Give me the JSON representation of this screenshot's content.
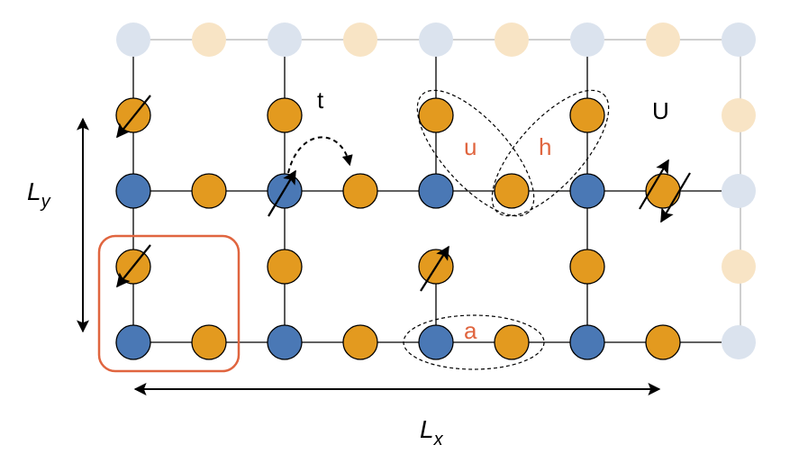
{
  "labels": {
    "hopping": "t",
    "interaction": "U",
    "u_pair": "u",
    "h_pair": "h",
    "a_pair": "a",
    "ly_main": "L",
    "ly_sub": "y",
    "lx_main": "L",
    "lx_sub": "x"
  },
  "colors": {
    "copper": "#4a78b5",
    "oxygen": "#e39a1f",
    "ghost_copper": "#dbe3ee",
    "ghost_oxygen": "#f8e4c5",
    "highlight": "#e0653f",
    "ink": "#000000"
  },
  "icons": [
    "spin-down-arrow-icon",
    "spin-up-arrow-icon",
    "hop-arrow-icon",
    "double-headed-arrow-icon"
  ]
}
